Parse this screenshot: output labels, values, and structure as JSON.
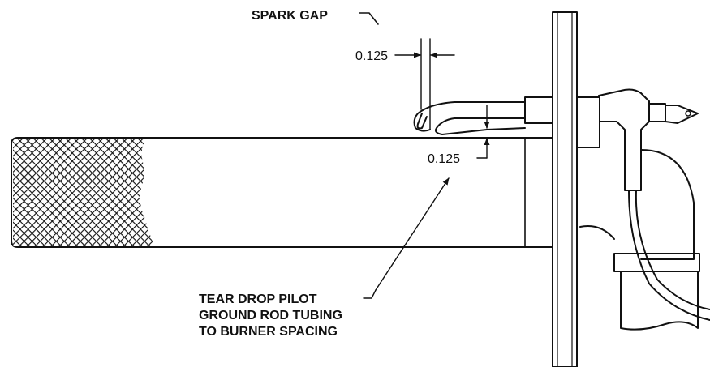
{
  "labels": {
    "spark_gap": "SPARK GAP",
    "gap_dimension": "0.125",
    "spacing_dimension": "0.125",
    "pilot_line1": "TEAR DROP PILOT",
    "pilot_line2": "GROUND ROD TUBING",
    "pilot_line3": "TO BURNER SPACING"
  }
}
